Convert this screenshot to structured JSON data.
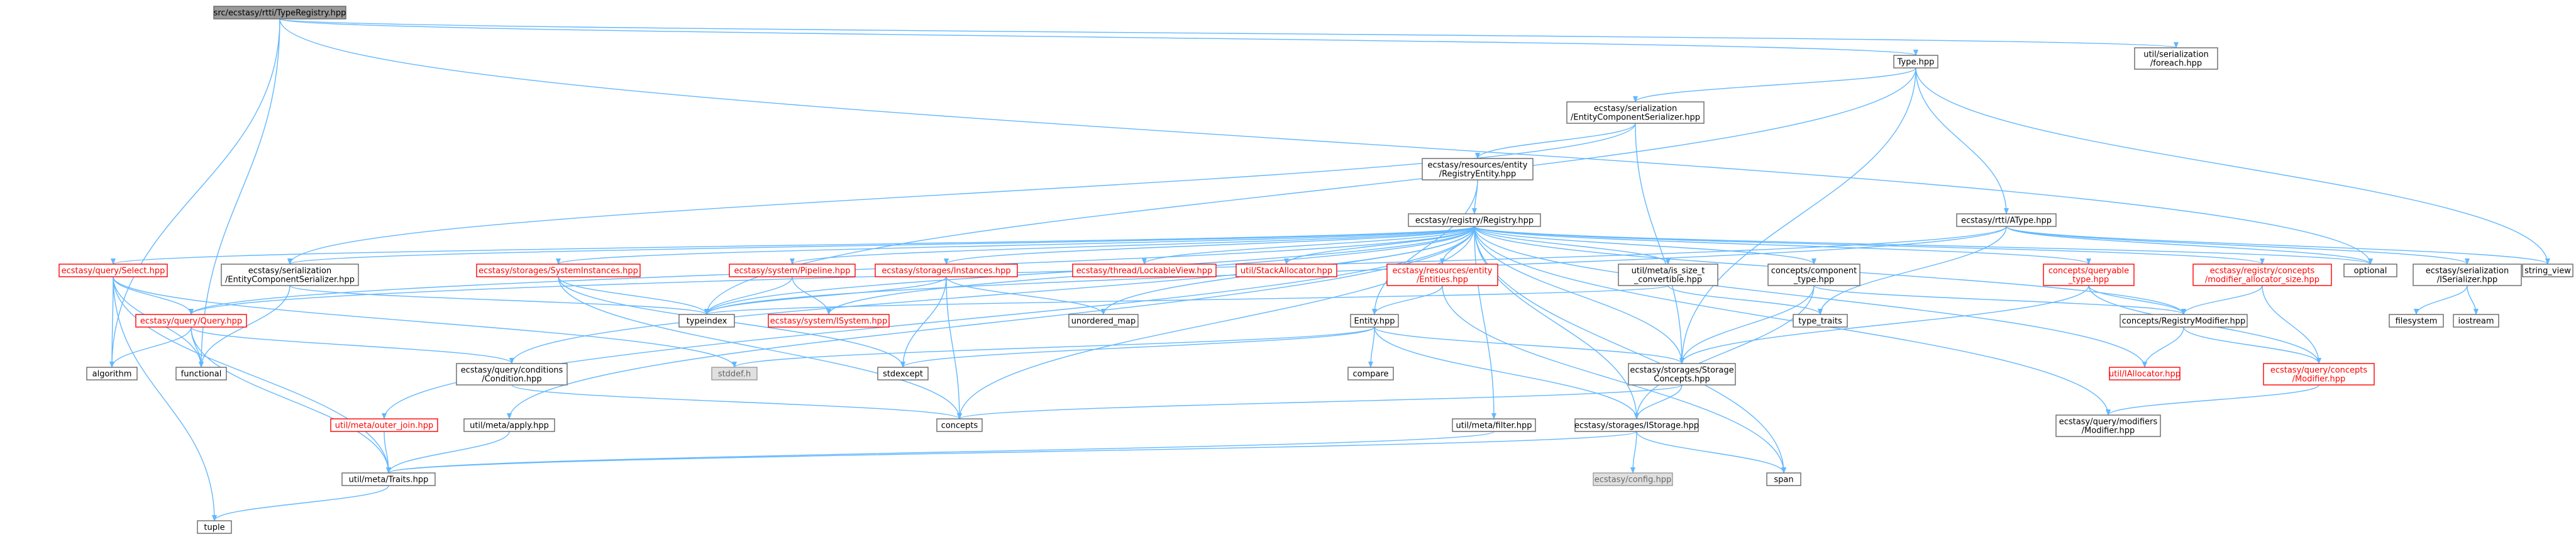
{
  "graph": {
    "colors": {
      "edge": "#63B8FF",
      "root_fill": "#999999",
      "root_text": "#000000",
      "normal_fill": "#ffffff",
      "normal_border": "#666666",
      "normal_text": "#000000",
      "linked_border": "#ff0000",
      "linked_text": "#ff0000",
      "external_fill": "#e0e0e0",
      "external_border": "#999999",
      "external_text": "#666666"
    },
    "nodes": [
      {
        "id": "root",
        "lines": [
          "src/ecstasy/rtti/TypeRegistry.hpp"
        ],
        "style": "root"
      },
      {
        "id": "type",
        "lines": [
          "Type.hpp"
        ],
        "style": "normal"
      },
      {
        "id": "foreach",
        "lines": [
          "util/serialization",
          "/foreach.hpp"
        ],
        "style": "normal"
      },
      {
        "id": "ecser",
        "lines": [
          "ecstasy/serialization",
          "/EntityComponentSerializer.hpp"
        ],
        "style": "normal"
      },
      {
        "id": "regentity",
        "lines": [
          "ecstasy/resources/entity",
          "/RegistryEntity.hpp"
        ],
        "style": "normal"
      },
      {
        "id": "atype",
        "lines": [
          "ecstasy/rtti/AType.hpp"
        ],
        "style": "normal"
      },
      {
        "id": "registry",
        "lines": [
          "ecstasy/registry/Registry.hpp"
        ],
        "style": "normal"
      },
      {
        "id": "select",
        "lines": [
          "ecstasy/query/Select.hpp"
        ],
        "style": "linked"
      },
      {
        "id": "ecser2",
        "lines": [
          "ecstasy/serialization",
          "/EntityComponentSerializer.hpp"
        ],
        "style": "normal"
      },
      {
        "id": "sysinst",
        "lines": [
          "ecstasy/storages/SystemInstances.hpp"
        ],
        "style": "linked"
      },
      {
        "id": "pipeline",
        "lines": [
          "ecstasy/system/Pipeline.hpp"
        ],
        "style": "linked"
      },
      {
        "id": "instances",
        "lines": [
          "ecstasy/storages/Instances.hpp"
        ],
        "style": "linked"
      },
      {
        "id": "lockable",
        "lines": [
          "ecstasy/thread/LockableView.hpp"
        ],
        "style": "linked"
      },
      {
        "id": "stackalloc",
        "lines": [
          "util/StackAllocator.hpp"
        ],
        "style": "linked"
      },
      {
        "id": "entities",
        "lines": [
          "ecstasy/resources/entity",
          "/Entities.hpp"
        ],
        "style": "linked"
      },
      {
        "id": "issizet",
        "lines": [
          "util/meta/is_size_t",
          "_convertible.hpp"
        ],
        "style": "normal"
      },
      {
        "id": "comptype",
        "lines": [
          "concepts/component",
          "_type.hpp"
        ],
        "style": "normal"
      },
      {
        "id": "queryable",
        "lines": [
          "concepts/queryable",
          "_type.hpp"
        ],
        "style": "linked"
      },
      {
        "id": "modalloc",
        "lines": [
          "ecstasy/registry/concepts",
          "/modifier_allocator_size.hpp"
        ],
        "style": "linked"
      },
      {
        "id": "optional",
        "lines": [
          "optional"
        ],
        "style": "normal"
      },
      {
        "id": "iserializer",
        "lines": [
          "ecstasy/serialization",
          "/ISerializer.hpp"
        ],
        "style": "normal"
      },
      {
        "id": "stringview",
        "lines": [
          "string_view"
        ],
        "style": "normal"
      },
      {
        "id": "query",
        "lines": [
          "ecstasy/query/Query.hpp"
        ],
        "style": "linked"
      },
      {
        "id": "typeindex",
        "lines": [
          "typeindex"
        ],
        "style": "normal"
      },
      {
        "id": "isystem",
        "lines": [
          "ecstasy/system/ISystem.hpp"
        ],
        "style": "linked"
      },
      {
        "id": "unorderedmap",
        "lines": [
          "unordered_map"
        ],
        "style": "normal"
      },
      {
        "id": "entity",
        "lines": [
          "Entity.hpp"
        ],
        "style": "normal"
      },
      {
        "id": "typetraits",
        "lines": [
          "type_traits"
        ],
        "style": "normal"
      },
      {
        "id": "regmodifier",
        "lines": [
          "concepts/RegistryModifier.hpp"
        ],
        "style": "normal"
      },
      {
        "id": "filesystem",
        "lines": [
          "filesystem"
        ],
        "style": "normal"
      },
      {
        "id": "iostream",
        "lines": [
          "iostream"
        ],
        "style": "normal"
      },
      {
        "id": "algorithm",
        "lines": [
          "algorithm"
        ],
        "style": "normal"
      },
      {
        "id": "functional",
        "lines": [
          "functional"
        ],
        "style": "normal"
      },
      {
        "id": "condition",
        "lines": [
          "ecstasy/query/conditions",
          "/Condition.hpp"
        ],
        "style": "normal"
      },
      {
        "id": "stddef",
        "lines": [
          "stddef.h"
        ],
        "style": "external"
      },
      {
        "id": "stdexcept",
        "lines": [
          "stdexcept"
        ],
        "style": "normal"
      },
      {
        "id": "compare",
        "lines": [
          "compare"
        ],
        "style": "normal"
      },
      {
        "id": "storageconcepts",
        "lines": [
          "ecstasy/storages/Storage",
          "Concepts.hpp"
        ],
        "style": "normal"
      },
      {
        "id": "iallocator",
        "lines": [
          "util/IAllocator.hpp"
        ],
        "style": "linked"
      },
      {
        "id": "modifierconcept",
        "lines": [
          "ecstasy/query/concepts",
          "/Modifier.hpp"
        ],
        "style": "linked"
      },
      {
        "id": "outerjoin",
        "lines": [
          "util/meta/outer_join.hpp"
        ],
        "style": "linked"
      },
      {
        "id": "apply",
        "lines": [
          "util/meta/apply.hpp"
        ],
        "style": "normal"
      },
      {
        "id": "concepts",
        "lines": [
          "concepts"
        ],
        "style": "normal"
      },
      {
        "id": "filter",
        "lines": [
          "util/meta/filter.hpp"
        ],
        "style": "normal"
      },
      {
        "id": "istorage",
        "lines": [
          "ecstasy/storages/IStorage.hpp"
        ],
        "style": "normal"
      },
      {
        "id": "modifierhpp",
        "lines": [
          "ecstasy/query/modifiers",
          "/Modifier.hpp"
        ],
        "style": "normal"
      },
      {
        "id": "traits",
        "lines": [
          "util/meta/Traits.hpp"
        ],
        "style": "normal"
      },
      {
        "id": "config",
        "lines": [
          "ecstasy/config.hpp"
        ],
        "style": "external"
      },
      {
        "id": "span",
        "lines": [
          "span"
        ],
        "style": "normal"
      },
      {
        "id": "tuple",
        "lines": [
          "tuple"
        ],
        "style": "normal"
      }
    ],
    "edges": [
      [
        "root",
        "type"
      ],
      [
        "root",
        "foreach"
      ],
      [
        "root",
        "algorithm"
      ],
      [
        "root",
        "functional"
      ],
      [
        "root",
        "optional"
      ],
      [
        "type",
        "ecser"
      ],
      [
        "type",
        "atype"
      ],
      [
        "type",
        "typeindex"
      ],
      [
        "type",
        "stringview"
      ],
      [
        "type",
        "storageconcepts"
      ],
      [
        "ecser",
        "regentity"
      ],
      [
        "ecser",
        "ecser2"
      ],
      [
        "ecser",
        "storageconcepts"
      ],
      [
        "regentity",
        "registry"
      ],
      [
        "regentity",
        "entity"
      ],
      [
        "atype",
        "iserializer"
      ],
      [
        "atype",
        "optional"
      ],
      [
        "atype",
        "stringview"
      ],
      [
        "atype",
        "typetraits"
      ],
      [
        "atype",
        "typeindex"
      ],
      [
        "atype",
        "query"
      ],
      [
        "registry",
        "select"
      ],
      [
        "registry",
        "ecser2"
      ],
      [
        "registry",
        "sysinst"
      ],
      [
        "registry",
        "pipeline"
      ],
      [
        "registry",
        "instances"
      ],
      [
        "registry",
        "lockable"
      ],
      [
        "registry",
        "stackalloc"
      ],
      [
        "registry",
        "entities"
      ],
      [
        "registry",
        "issizet"
      ],
      [
        "registry",
        "comptype"
      ],
      [
        "registry",
        "queryable"
      ],
      [
        "registry",
        "modalloc"
      ],
      [
        "registry",
        "optional"
      ],
      [
        "registry",
        "query"
      ],
      [
        "registry",
        "typeindex"
      ],
      [
        "registry",
        "unorderedmap"
      ],
      [
        "registry",
        "isystem"
      ],
      [
        "registry",
        "condition"
      ],
      [
        "registry",
        "storageconcepts"
      ],
      [
        "registry",
        "iallocator"
      ],
      [
        "registry",
        "outerjoin"
      ],
      [
        "registry",
        "apply"
      ],
      [
        "registry",
        "filter"
      ],
      [
        "registry",
        "istorage"
      ],
      [
        "registry",
        "modifierhpp"
      ],
      [
        "registry",
        "span"
      ],
      [
        "registry",
        "regmodifier"
      ],
      [
        "registry",
        "concepts"
      ],
      [
        "select",
        "query"
      ],
      [
        "select",
        "algorithm"
      ],
      [
        "select",
        "functional"
      ],
      [
        "select",
        "traits"
      ],
      [
        "select",
        "tuple"
      ],
      [
        "select",
        "stddef"
      ],
      [
        "query",
        "algorithm"
      ],
      [
        "query",
        "functional"
      ],
      [
        "query",
        "condition"
      ],
      [
        "query",
        "traits"
      ],
      [
        "ecser2",
        "typeindex"
      ],
      [
        "ecser2",
        "functional"
      ],
      [
        "sysinst",
        "typeindex"
      ],
      [
        "sysinst",
        "stdexcept"
      ],
      [
        "sysinst",
        "concepts"
      ],
      [
        "pipeline",
        "isystem"
      ],
      [
        "pipeline",
        "typeindex"
      ],
      [
        "instances",
        "typeindex"
      ],
      [
        "instances",
        "unorderedmap"
      ],
      [
        "instances",
        "stdexcept"
      ],
      [
        "instances",
        "concepts"
      ],
      [
        "entities",
        "entity"
      ],
      [
        "entities",
        "span"
      ],
      [
        "issizet",
        "typetraits"
      ],
      [
        "issizet",
        "typeindex"
      ],
      [
        "comptype",
        "storageconcepts"
      ],
      [
        "comptype",
        "istorage"
      ],
      [
        "comptype",
        "regmodifier"
      ],
      [
        "queryable",
        "storageconcepts"
      ],
      [
        "queryable",
        "regmodifier"
      ],
      [
        "queryable",
        "modifierconcept"
      ],
      [
        "modalloc",
        "regmodifier"
      ],
      [
        "modalloc",
        "modifierconcept"
      ],
      [
        "iserializer",
        "filesystem"
      ],
      [
        "iserializer",
        "iostream"
      ],
      [
        "regmodifier",
        "iallocator"
      ],
      [
        "regmodifier",
        "modifierconcept"
      ],
      [
        "modifierconcept",
        "modifierhpp"
      ],
      [
        "entity",
        "stddef"
      ],
      [
        "entity",
        "stdexcept"
      ],
      [
        "entity",
        "compare"
      ],
      [
        "entity",
        "storageconcepts"
      ],
      [
        "entity",
        "istorage"
      ],
      [
        "condition",
        "concepts"
      ],
      [
        "storageconcepts",
        "concepts"
      ],
      [
        "storageconcepts",
        "istorage"
      ],
      [
        "outerjoin",
        "traits"
      ],
      [
        "apply",
        "traits"
      ],
      [
        "filter",
        "traits"
      ],
      [
        "istorage",
        "traits"
      ],
      [
        "istorage",
        "config"
      ],
      [
        "istorage",
        "span"
      ],
      [
        "traits",
        "tuple"
      ]
    ]
  }
}
